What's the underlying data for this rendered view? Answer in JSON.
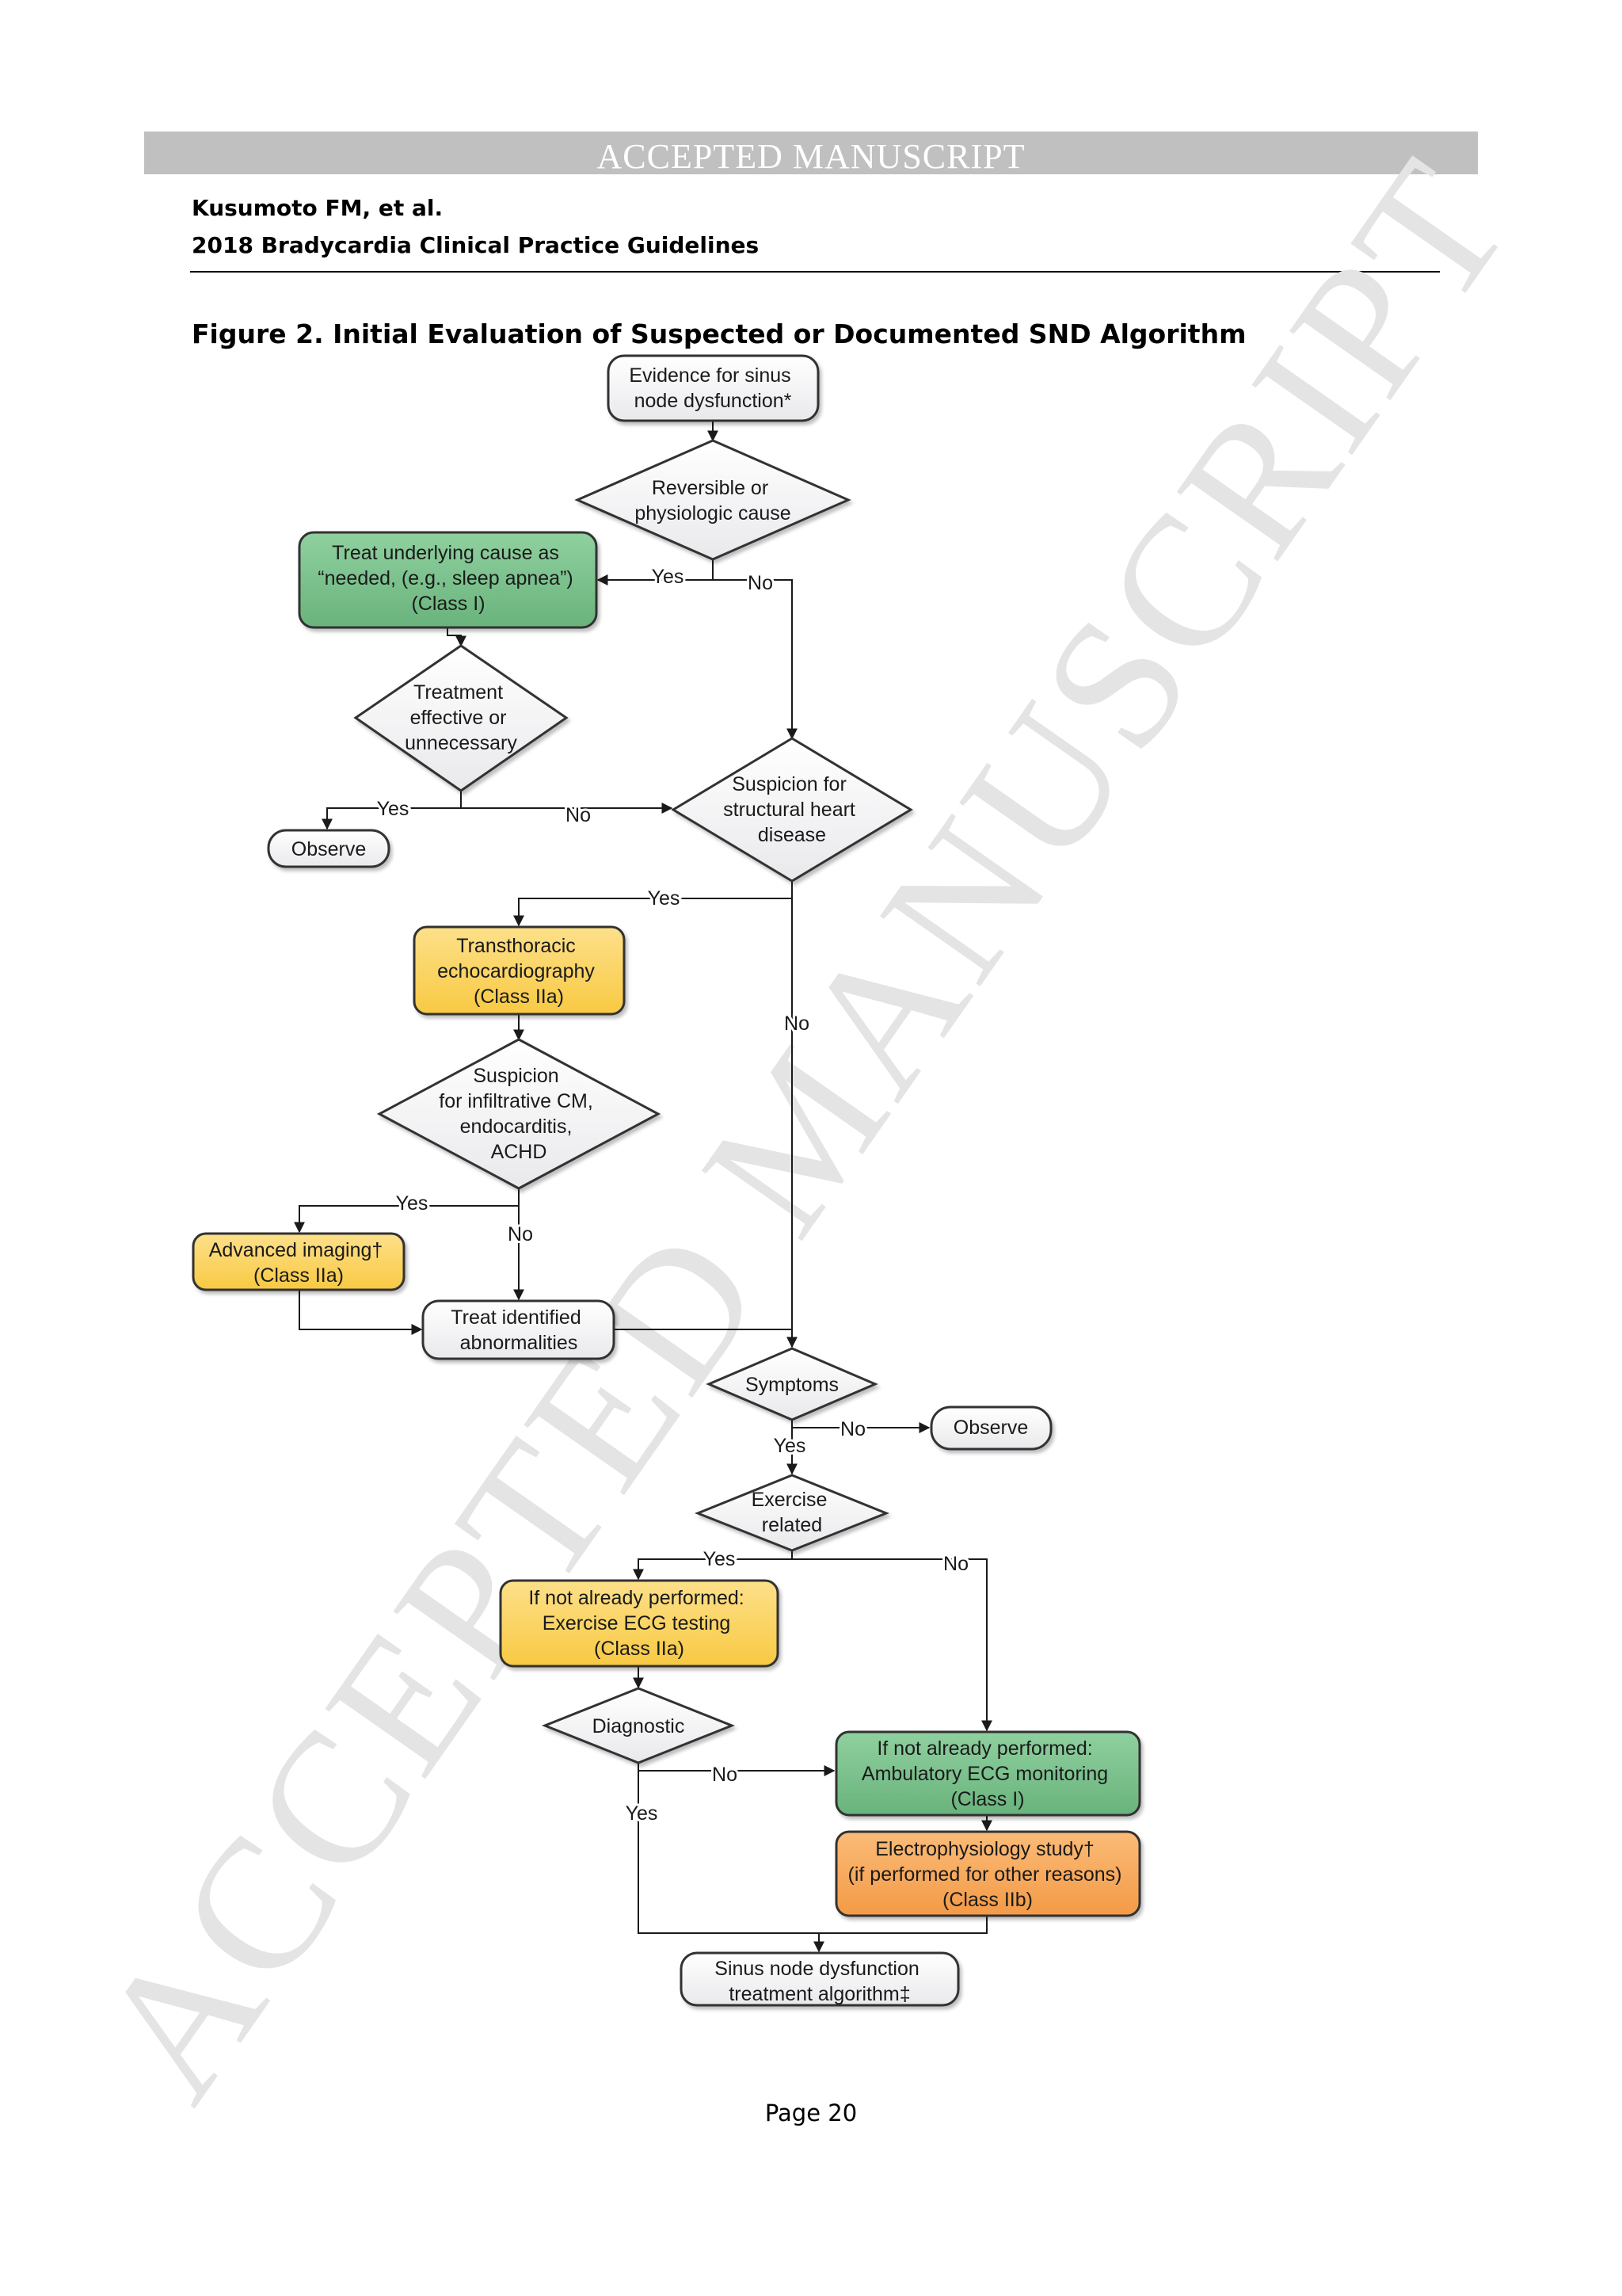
{
  "banner": {
    "text": "ACCEPTED MANUSCRIPT"
  },
  "header": {
    "authors": "Kusumoto FM, et al.",
    "guideline": "2018 Bradycardia Clinical Practice Guidelines"
  },
  "figure": {
    "title": "Figure 2. Initial Evaluation of Suspected or Documented SND Algorithm"
  },
  "watermark": {
    "text": "ACCEPTED MANUSCRIPT"
  },
  "nodes": {
    "evidence": [
      "Evidence for sinus",
      "node dysfunction*"
    ],
    "reversible": [
      "Reversible or",
      "physiologic cause"
    ],
    "treat_cause": [
      "Treat underlying cause as",
      "“needed, (e.g., sleep apnea”)",
      "(Class I)"
    ],
    "treat_effective": [
      "Treatment",
      "effective or",
      "unnecessary"
    ],
    "observe_1": [
      "Observe"
    ],
    "suspicion_structural": [
      "Suspicion for",
      "structural heart",
      "disease"
    ],
    "tte": [
      "Transthoracic",
      "echocardiography",
      "(Class IIa)"
    ],
    "suspicion_infiltrative": [
      "Suspicion",
      "for infiltrative CM,",
      "endocarditis,",
      "ACHD"
    ],
    "advanced_imaging": [
      "Advanced imaging†",
      "(Class IIa)"
    ],
    "treat_abnormalities": [
      "Treat identified",
      "abnormalities"
    ],
    "symptoms": [
      "Symptoms"
    ],
    "observe_2": [
      "Observe"
    ],
    "exercise_related": [
      "Exercise",
      "related"
    ],
    "exercise_ecg": [
      "If not already performed:",
      "Exercise ECG testing",
      "(Class IIa)"
    ],
    "diagnostic": [
      "Diagnostic"
    ],
    "ambulatory_ecg": [
      "If not already performed:",
      "Ambulatory ECG monitoring",
      "(Class I)"
    ],
    "ep_study": [
      "Electrophysiology study†",
      "(if performed for other reasons)",
      "(Class IIb)"
    ],
    "snd_treatment": [
      "Sinus node dysfunction",
      "treatment algorithm‡"
    ]
  },
  "edge_labels": {
    "yes": "Yes",
    "no": "No"
  },
  "colors": {
    "green_fill": "#7dc48f",
    "yellow_fill": "#fcd667",
    "orange_fill": "#f7a95a",
    "gray_fill": "#f4f4f6",
    "stroke": "#333333"
  },
  "page": {
    "number_label": "Page 20"
  }
}
